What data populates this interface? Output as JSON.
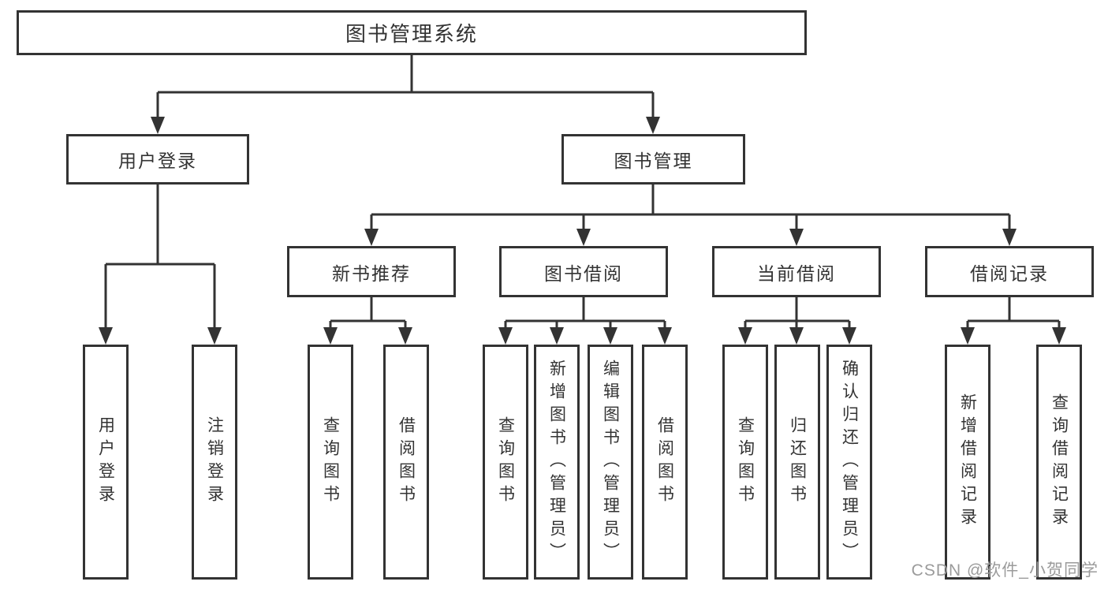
{
  "diagram": {
    "root": {
      "label": "图书管理系统"
    },
    "level2": [
      {
        "label": "用户登录"
      },
      {
        "label": "图书管理"
      }
    ],
    "level3": [
      {
        "label": "新书推荐"
      },
      {
        "label": "图书借阅"
      },
      {
        "label": "当前借阅"
      },
      {
        "label": "借阅记录"
      }
    ],
    "leaves": {
      "user_login": [
        "用户登录",
        "注销登录"
      ],
      "new_book_rec": [
        "查询图书",
        "借阅图书"
      ],
      "book_borrowing": [
        "查询图书",
        "新增图书（管理员）",
        "编辑图书（管理员）",
        "借阅图书"
      ],
      "current_borrowing": [
        "查询图书",
        "归还图书",
        "确认归还（管理员）"
      ],
      "borrowing_records": [
        "新增借阅记录",
        "查询借阅记录"
      ]
    }
  },
  "watermark": "CSDN @软件_小贺同学",
  "colors": {
    "line": "#333333",
    "text": "#333333",
    "watermark_text": "#9b9b9b",
    "background": "#ffffff"
  }
}
